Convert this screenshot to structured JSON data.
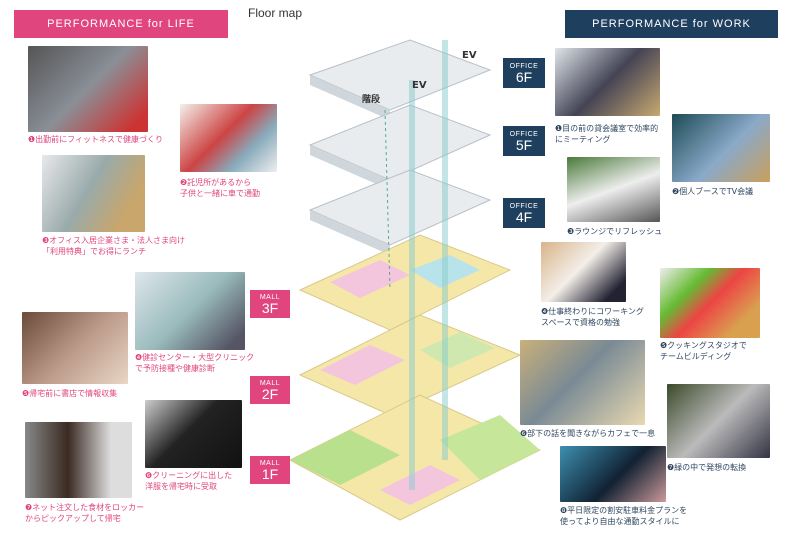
{
  "header": {
    "life_title": "PERFORMANCE for LIFE",
    "map_title": "Floor map",
    "work_title": "PERFORMANCE for WORK"
  },
  "colors": {
    "life": "#e0457e",
    "work": "#1f3f5f"
  },
  "mall_floors": [
    {
      "label": "MALL",
      "floor": "3F"
    },
    {
      "label": "MALL",
      "floor": "2F"
    },
    {
      "label": "MALL",
      "floor": "1F"
    }
  ],
  "office_floors": [
    {
      "label": "OFFICE",
      "floor": "6F"
    },
    {
      "label": "OFFICE",
      "floor": "5F"
    },
    {
      "label": "OFFICE",
      "floor": "4F"
    }
  ],
  "map_labels": {
    "ev1": "EV",
    "ev2": "EV",
    "stairs": "階段"
  },
  "life_items": [
    {
      "caption": "❶出勤前にフィットネスで健康づくり"
    },
    {
      "caption": "❷託児所があるから",
      "caption2": "子供と一緒に車で通勤"
    },
    {
      "caption": "❸オフィス入居企業さま・法人さま向け",
      "caption2": "「利用特典」でお得にランチ"
    },
    {
      "caption": "❹健診センター・大型クリニック",
      "caption2": "で予防接種や健康診断"
    },
    {
      "caption": "❺帰宅前に書店で情報収集"
    },
    {
      "caption": "❻クリーニングに出した",
      "caption2": "洋服を帰宅時に受取"
    },
    {
      "caption": "❼ネット注文した食材をロッカー",
      "caption2": "からピックアップして帰宅"
    }
  ],
  "work_items": [
    {
      "caption": "❶目の前の貸会議室で効率的",
      "caption2": "にミーティング"
    },
    {
      "caption": "❷個人ブースでTV会議"
    },
    {
      "caption": "❸ラウンジでリフレッシュ"
    },
    {
      "caption": "❹仕事終わりにコワーキング",
      "caption2": "スペースで資格の勉強"
    },
    {
      "caption": "❺クッキングスタジオで",
      "caption2": "チームビルディング"
    },
    {
      "caption": "❻部下の話を聞きながらカフェで一息"
    },
    {
      "caption": "❼緑の中で発想の転換"
    },
    {
      "caption": "❽平日限定の割安駐車料金プランを",
      "caption2": "使ってより自由な通勤スタイルに"
    }
  ]
}
